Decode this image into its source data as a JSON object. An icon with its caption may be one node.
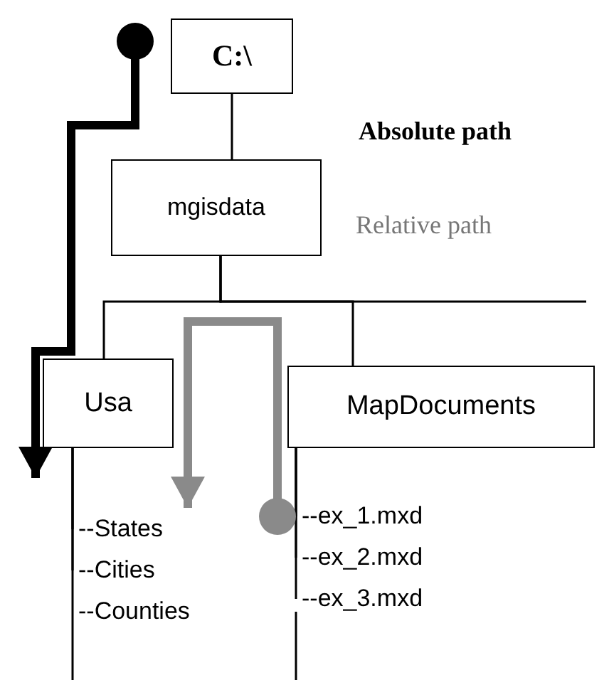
{
  "diagram": {
    "nodes": [
      {
        "text": [
          "C:\\"
        ]
      },
      {
        "text": [
          "mgisdata"
        ]
      },
      {
        "text": [
          "Usa"
        ]
      },
      {
        "text": [
          "MapDocuments"
        ]
      },
      {
        "text": [
          "--States"
        ]
      },
      {
        "text": [
          "--Cities"
        ]
      },
      {
        "text": [
          "--Counties"
        ]
      },
      {
        "text": [
          "--ex_1.mxd"
        ]
      },
      {
        "text": [
          "--ex_2.mxd"
        ]
      },
      {
        "text": [
          "--ex_3.mxd"
        ]
      }
    ],
    "edges": [
      {
        "from": 0,
        "to": 1,
        "arrow": "none"
      },
      {
        "from": 1,
        "to": 2,
        "arrow": "none"
      },
      {
        "from": 1,
        "to": 3,
        "arrow": "none"
      },
      {
        "from": 1,
        "to": null,
        "arrow": "none"
      },
      {
        "from": 2,
        "to": 4,
        "arrow": "none"
      },
      {
        "from": 2,
        "to": 5,
        "arrow": "none"
      },
      {
        "from": 2,
        "to": 6,
        "arrow": "none"
      },
      {
        "from": 3,
        "to": 7,
        "arrow": "none"
      },
      {
        "from": 3,
        "to": 8,
        "arrow": "none"
      },
      {
        "from": 3,
        "to": 9,
        "arrow": "none"
      },
      {
        "from": 0,
        "to": 2,
        "arrow": "to",
        "style": "thick"
      },
      {
        "from": 7,
        "to": 4,
        "arrow": "to",
        "style": "thick",
        "color": "#8a8a8a"
      }
    ],
    "labels": [
      "Absolute path",
      "Relative path"
    ]
  }
}
